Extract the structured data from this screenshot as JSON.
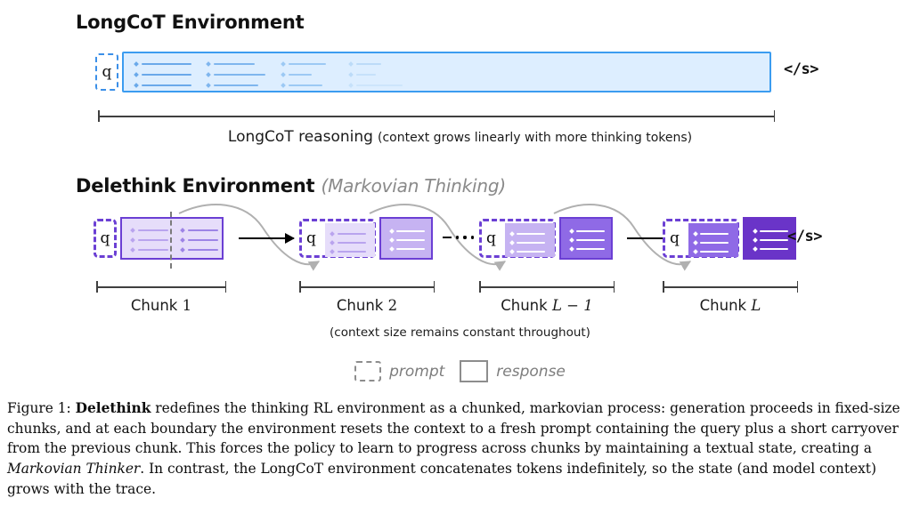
{
  "figure": {
    "longcot": {
      "title": "LongCoT Environment",
      "query_label": "q",
      "eos_label": "</s>",
      "measure_main": "LongCoT reasoning",
      "measure_note": "(context grows linearly with more thinking tokens)"
    },
    "delethink": {
      "title": "Delethink Environment",
      "subtitle": "(Markovian Thinking)",
      "query_label": "q",
      "eos_label": "</s>",
      "note": "(context size remains constant throughout)",
      "chunks": [
        {
          "label_word": "Chunk",
          "label_id": "1"
        },
        {
          "label_word": "Chunk",
          "label_id": "2"
        },
        {
          "label_word": "Chunk",
          "label_id": "L − 1"
        },
        {
          "label_word": "Chunk",
          "label_id": "L"
        }
      ]
    },
    "legend": {
      "prompt_label": "prompt",
      "response_label": "response"
    },
    "caption": {
      "figure_number": "Figure 1:",
      "lead_bold": "Delethink",
      "text_1": " redefines the thinking RL environment as a chunked, markovian process: generation proceeds in fixed-size chunks, and at each boundary the environment resets the context to a fresh prompt containing the query plus a short carryover from the previous chunk. This forces the policy to learn to progress across chunks by maintaining a textual state, creating a ",
      "italic_1": "Markovian Thinker",
      "text_2": ". In contrast, the LongCoT environment concatenates tokens indefinitely, so the state (and model context) grows with the trace."
    },
    "colors": {
      "longcot_border": "#3b9cf0",
      "longcot_fill": "#ddeeff",
      "delethink_border": "#6b3fd4",
      "chunk1_fill": "#e6ddfa",
      "chunk2_fill": "#c6b3f2",
      "chunkL1_fill": "#8f6ae6",
      "chunkL_fill": "#6a34c8",
      "arrow": "#000000",
      "curve": "#b0b0b0",
      "bracket": "#3f3f3f",
      "legend_gray": "#8d8d8d"
    }
  }
}
